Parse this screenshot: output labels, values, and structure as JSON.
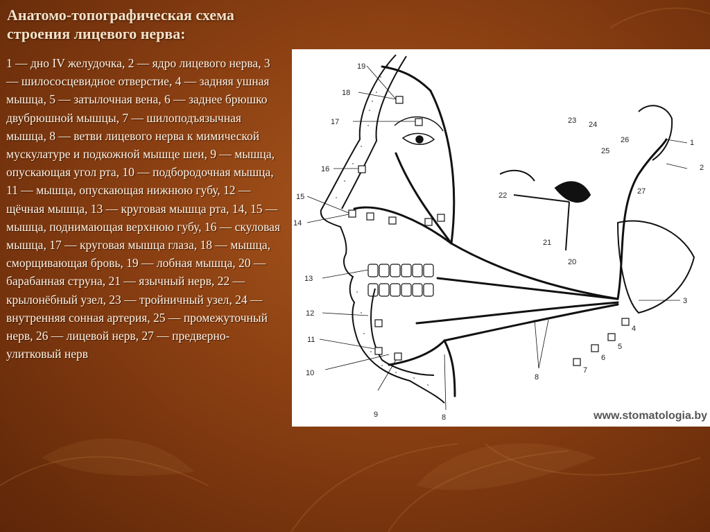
{
  "slide": {
    "title": "Анатомо-топографическая схема строения лицевого нерва:",
    "caption": "1 — дно IV желудочка, 2 — ядро лицевого нерва, 3 — шилососцевидное отверстие, 4 — задняя ушная мышца, 5 — затылочная вена, 6 — заднее брюшко двубрюшной мышцы, 7 — шилоподъязычная мышца, 8 — ветви лицевого нерва к мимической мускулатуре и подкожной мышце шеи, 9 — мышца, опускающая угол рта, 10 — подбородочная мышца, 11 — мышца, опускающая нижнюю губу, 12 — щёчная мышца, 13 — круговая мышца рта, 14, 15 — мышца, поднимающая верхнюю губу, 16 — скуловая мышца, 17 — круговая мышца глаза, 18 — мышца, сморщивающая бровь, 19 — лобная мышца, 20 — барабанная струна, 21 — язычный нерв, 22 — крылонёбный узел, 23 — тройничный узел, 24 — внутренняя сонная артерия, 25 — промежуточный нерв, 26 — лицевой нерв, 27 — предверно-улитковый нерв"
  },
  "figure": {
    "watermark": "www.stomatologia.by",
    "labels": {
      "l1": "1",
      "l2": "2",
      "l3": "3",
      "l4": "4",
      "l5": "5",
      "l6": "6",
      "l7": "7",
      "l8a": "8",
      "l8b": "8",
      "l9": "9",
      "l10": "10",
      "l11": "11",
      "l12": "12",
      "l13": "13",
      "l14": "14",
      "l15": "15",
      "l16": "16",
      "l17": "17",
      "l18": "18",
      "l19": "19",
      "l20": "20",
      "l21": "21",
      "l22": "22",
      "l23": "23",
      "l24": "24",
      "l25": "25",
      "l26": "26",
      "l27": "27"
    }
  },
  "colors": {
    "background": "#8a3f12",
    "title_text": "#f4e2c8",
    "caption_text": "#fff4e4",
    "figure_bg": "#ffffff",
    "ink": "#111111"
  }
}
